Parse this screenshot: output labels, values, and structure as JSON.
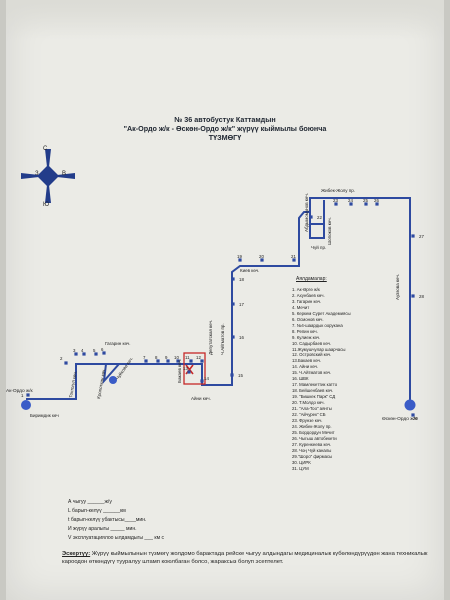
{
  "header": {
    "line1": "№ 36 автобустук Каттамдын",
    "line2": "\"Ак-Ордо ж/к - Өскөн-Ордо ж/к\" жүрүү кыймылы боюнча",
    "line3": "ТҮЗМӨГҮ"
  },
  "compass": {
    "north": "С",
    "south": "Ю",
    "west": "З",
    "east": "В"
  },
  "streets": {
    "bishkek_lr": "Жибек-Жолу пр.",
    "kievskaya": "Киев көч.",
    "gagarina": "Гагарин көч.",
    "aini": "Айни көч.",
    "birimdik": "Биримдик көч",
    "aitmatov": "Ч.Айтматов пр.",
    "deputatskaya": "Депутатская көч.",
    "chui": "Чүй пр.",
    "shopokov": "Шопоков көч.",
    "abdymomunov": "Абдымомунов көч.",
    "auezova": "Ауэзова көч.",
    "bakaeva": "Бакаев көч.",
    "kropotkin": "Кропоткин көч.",
    "toktogul": "Токтогул көч.",
    "krasnaya": "Чуйкова көч."
  },
  "terminals": {
    "start": "Ак-Ордо ж/к",
    "end": "Өскөн-Ордо ж/к"
  },
  "stops_numbers": [
    "1",
    "2",
    "3",
    "4",
    "5",
    "6",
    "7",
    "8",
    "9",
    "10",
    "11",
    "12",
    "13",
    "14",
    "15",
    "16",
    "17",
    "18",
    "19",
    "20",
    "21",
    "22",
    "23",
    "24",
    "25",
    "26",
    "27",
    "28",
    "29"
  ],
  "legend": {
    "title": "Аялдамалар:",
    "items": [
      "1. Ак-Өргө ж/к",
      "2. Ахунбаев көч.",
      "3. Гагарин көч.",
      "4. Мечит",
      "5. Керкем Сурет Академиясы",
      "6. Осмонов көч.",
      "7. №4-шаардык оорукана",
      "8. Репин көч.",
      "9. Кулиеж көч.",
      "10. Садырбаев көч.",
      "11.Жумушчулар шаарчасы",
      "12. Островский көч.",
      "13.Бакаев көч.",
      "14. Айни көч.",
      "15. Ч.Айтматов көч.",
      "16. ШВК",
      "17. Мамлекеттик катто",
      "18. Бейшенбаев көч.",
      "19. \"Бишкек Парк\" СД",
      "20. Т.Молдо көч.",
      "21. \"Ала-Тоо\" аянты",
      "22. \"Айчурек\" СБ",
      "23. Фрунзе көч.",
      "24. Жибек-Жолу пр.",
      "25. Бордордун Мечит",
      "26. Чыгыш автобекети",
      "27. Куренкеева көч.",
      "28. Чоң Чүй каналы",
      "29.\"Шоро\" фирмасы",
      "30. ЦИРК",
      "31. ЦУМ"
    ]
  },
  "blanks": {
    "line_a": "А чыгуу ______ж/у",
    "line_b": "L барып-келүү ______км",
    "line_c": "t барып-келүү убактысы____мин.",
    "line_d": "И жүрүү аралыгы _____ мин.",
    "line_e": "V эксплуатациялоо ылдамдыгы ___ км с"
  },
  "note": {
    "label": "Эскертүү:",
    "text": " Жүрүү кыймылынын түзмөгү жолдомо барактада рейске чыгуу алдындагы медициналык күбөлөндүрүүдөн жана техникалык кароодон өткөндүгү тууралуу штамп коюлбаган болсо, жараксыз болуп эсептелет."
  },
  "colors": {
    "route": "#2e4aa0",
    "stop": "#2e4aa0",
    "terminal": "#3a5cc7",
    "compass": "#223c8a",
    "mark": "#c62828",
    "paper": "#ebebe6"
  }
}
